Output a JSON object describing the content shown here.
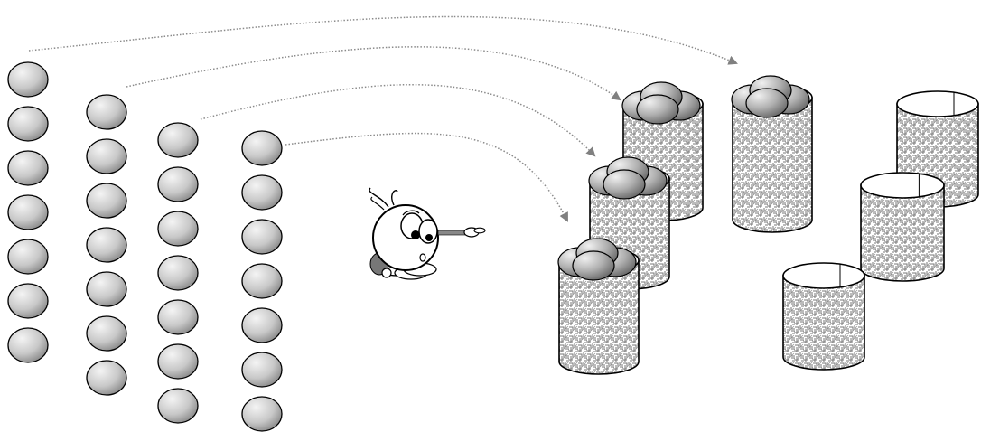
{
  "scene": {
    "ball_columns": [
      7,
      7,
      7,
      7
    ],
    "baskets": [
      {
        "id": 1,
        "filled": true
      },
      {
        "id": 2,
        "filled": true
      },
      {
        "id": 3,
        "filled": true
      },
      {
        "id": 4,
        "filled": true
      },
      {
        "id": 5,
        "filled": false
      },
      {
        "id": 6,
        "filled": false
      },
      {
        "id": 7,
        "filled": false
      }
    ],
    "arrows": 4,
    "colors": {
      "ball_light": "#f2f2f2",
      "ball_dark": "#7a7a7a",
      "outline": "#000000",
      "arrow": "#808080",
      "weave": "#8c8c8c"
    },
    "icons": [
      "ball-icon",
      "basket-icon",
      "dotted-arrow-icon",
      "cartoon-character-icon",
      "pointing-hand-icon"
    ]
  }
}
